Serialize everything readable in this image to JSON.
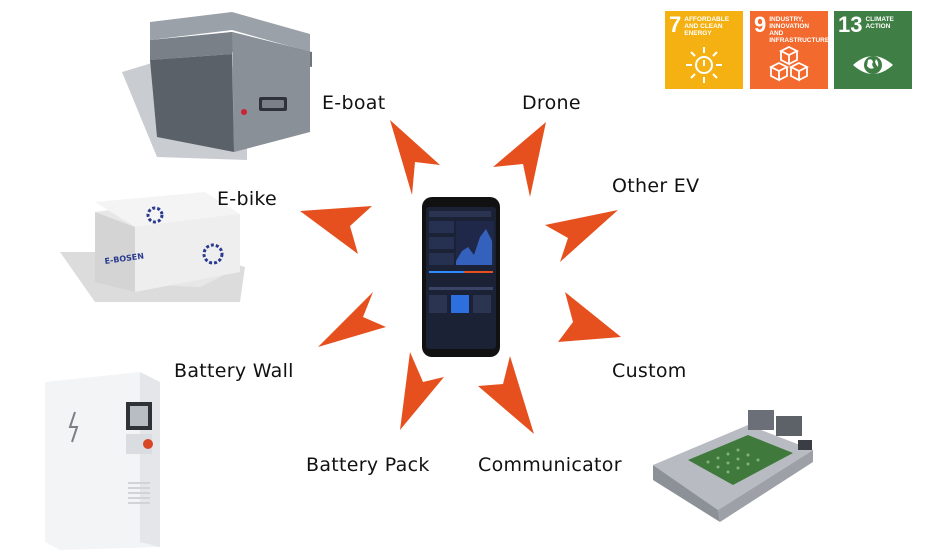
{
  "labels": {
    "eboat": "E-boat",
    "drone": "Drone",
    "ebike": "E-bike",
    "other_ev": "Other EV",
    "battery_wall": "Battery Wall",
    "custom": "Custom",
    "battery_pack": "Battery Pack",
    "communicator": "Communicator"
  },
  "sdg": [
    {
      "number": "7",
      "title": "Affordable and clean energy",
      "color": "#F5B112",
      "icon": "sun-power-icon"
    },
    {
      "number": "9",
      "title": "Industry, innovation and infrastructure",
      "color": "#F26A2D",
      "icon": "stacked-cubes-icon"
    },
    {
      "number": "13",
      "title": "Climate action",
      "color": "#3F7E44",
      "icon": "eye-globe-icon"
    }
  ],
  "products": {
    "ebike_box_brand": "E-BOSEN"
  },
  "colors": {
    "arrow": "#E5501E"
  }
}
